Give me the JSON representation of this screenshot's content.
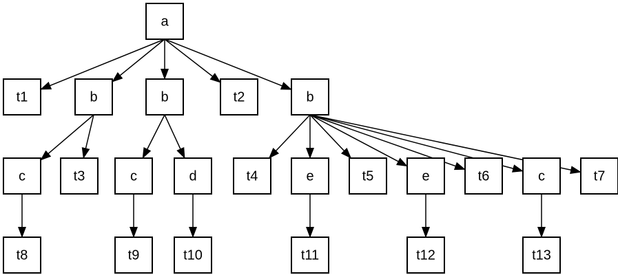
{
  "diagram": {
    "type": "tree",
    "colors": {
      "stroke": "#000000",
      "fill": "#ffffff",
      "text": "#000000"
    },
    "nodes": [
      {
        "id": "n0",
        "label": "a"
      },
      {
        "id": "n1",
        "label": "t1"
      },
      {
        "id": "n2",
        "label": "b"
      },
      {
        "id": "n3",
        "label": "b"
      },
      {
        "id": "n4",
        "label": "t2"
      },
      {
        "id": "n5",
        "label": "b"
      },
      {
        "id": "n6",
        "label": "c"
      },
      {
        "id": "n7",
        "label": "t3"
      },
      {
        "id": "n8",
        "label": "c"
      },
      {
        "id": "n9",
        "label": "d"
      },
      {
        "id": "n10",
        "label": "t4"
      },
      {
        "id": "n11",
        "label": "e"
      },
      {
        "id": "n12",
        "label": "t5"
      },
      {
        "id": "n13",
        "label": "e"
      },
      {
        "id": "n14",
        "label": "t6"
      },
      {
        "id": "n15",
        "label": "c"
      },
      {
        "id": "n16",
        "label": "t7"
      },
      {
        "id": "n17",
        "label": "t8"
      },
      {
        "id": "n18",
        "label": "t9"
      },
      {
        "id": "n19",
        "label": "t10"
      },
      {
        "id": "n20",
        "label": "t11"
      },
      {
        "id": "n21",
        "label": "t12"
      },
      {
        "id": "n22",
        "label": "t13"
      }
    ],
    "edges": [
      {
        "from": "n0",
        "to": "n1"
      },
      {
        "from": "n0",
        "to": "n2"
      },
      {
        "from": "n0",
        "to": "n3"
      },
      {
        "from": "n0",
        "to": "n4"
      },
      {
        "from": "n0",
        "to": "n5"
      },
      {
        "from": "n2",
        "to": "n6"
      },
      {
        "from": "n2",
        "to": "n7"
      },
      {
        "from": "n3",
        "to": "n8"
      },
      {
        "from": "n3",
        "to": "n9"
      },
      {
        "from": "n5",
        "to": "n10"
      },
      {
        "from": "n5",
        "to": "n11"
      },
      {
        "from": "n5",
        "to": "n12"
      },
      {
        "from": "n5",
        "to": "n13"
      },
      {
        "from": "n5",
        "to": "n14"
      },
      {
        "from": "n5",
        "to": "n15"
      },
      {
        "from": "n5",
        "to": "n16"
      },
      {
        "from": "n6",
        "to": "n17"
      },
      {
        "from": "n8",
        "to": "n18"
      },
      {
        "from": "n9",
        "to": "n19"
      },
      {
        "from": "n11",
        "to": "n20"
      },
      {
        "from": "n13",
        "to": "n21"
      },
      {
        "from": "n15",
        "to": "n22"
      }
    ]
  }
}
